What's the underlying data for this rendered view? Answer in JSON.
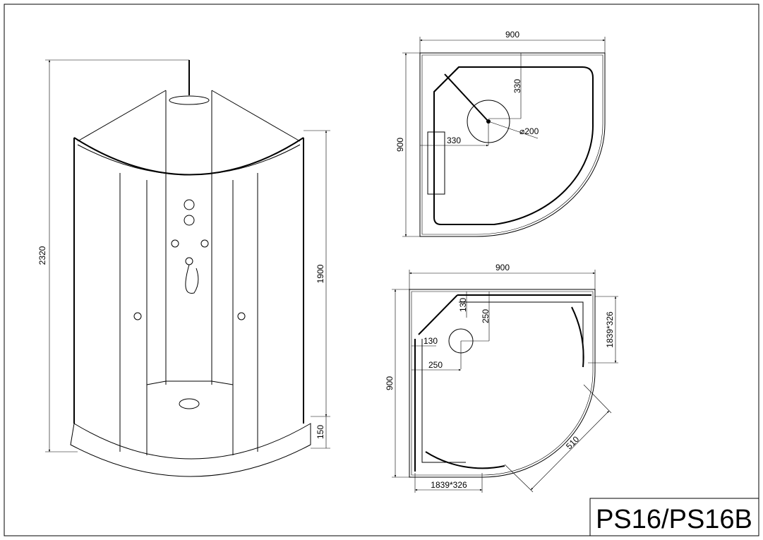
{
  "title": "PS16/PS16B",
  "elevation": {
    "height_total": "2320",
    "height_panel": "1900",
    "tray_height": "150"
  },
  "top_plan": {
    "width": "900",
    "depth": "900",
    "shower_offset_y": "330",
    "shower_offset_x": "330",
    "shower_head_diameter": "⌀200"
  },
  "bottom_plan": {
    "width": "900",
    "depth": "900",
    "corner_offset_y": "130",
    "corner_offset_x": "130",
    "drain_offset_y": "250",
    "drain_offset_x": "250",
    "side_panel_right": "1839*326",
    "side_panel_bottom": "1839*326",
    "door_opening": "510"
  }
}
